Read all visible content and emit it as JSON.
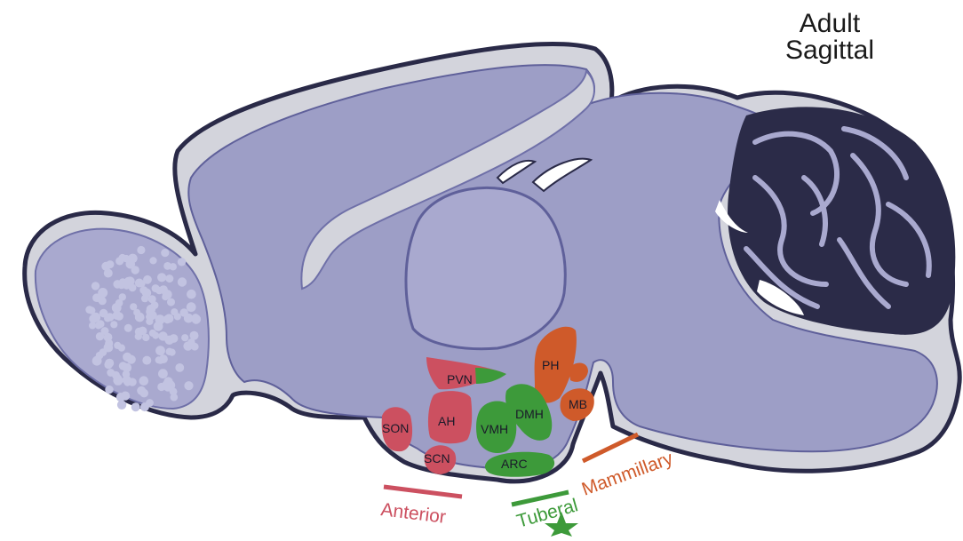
{
  "title": {
    "line1": "Adult",
    "line2": "Sagittal"
  },
  "nuclei": {
    "pvn": "PVN",
    "ph": "PH",
    "mb": "MB",
    "son": "SON",
    "ah": "AH",
    "vmh": "VMH",
    "dmh": "DMH",
    "scn": "SCN",
    "arc": "ARC"
  },
  "regions": {
    "anterior": "Anterior",
    "tuberal": "Tuberal",
    "mammillary": "Mammillary"
  },
  "colors": {
    "anterior": "#cc5060",
    "tuberal": "#3d9a3a",
    "mammillary": "#cf5a2a",
    "tissue": "#9d9ec6",
    "tissue_light": "#a9a9cf",
    "outer": "#d3d4dc",
    "outline": "#2a2a48",
    "cerebellum": "#2b2b48",
    "bulb_dots": "#c2c3e1"
  }
}
